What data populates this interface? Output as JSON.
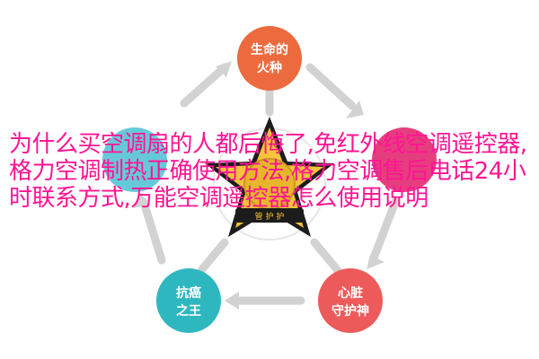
{
  "nodes": {
    "top": {
      "line1": "生命的",
      "line2": "火种",
      "color": "#ec6a3d"
    },
    "left": {
      "color": "#66c9d9"
    },
    "right": {
      "color": "#e53e7e"
    },
    "bottom_left": {
      "line1": "抗癌",
      "line2": "之王",
      "color": "#2fb7bf"
    },
    "bottom_right": {
      "line1": "心脏",
      "line2": "守护神",
      "color": "#ec5a5a"
    }
  },
  "center": {
    "star_color": "#f7c33a",
    "ring_color": "#1c1c1c",
    "banner_text": "管  护  护"
  },
  "overlay": {
    "text": "为什么买空调扇的人都后悔了,免红外线空调遥控器,格力空调制热正确使用方法,格力空调售后电话24小时联系方式,万能空调遥控器怎么使用说明"
  }
}
